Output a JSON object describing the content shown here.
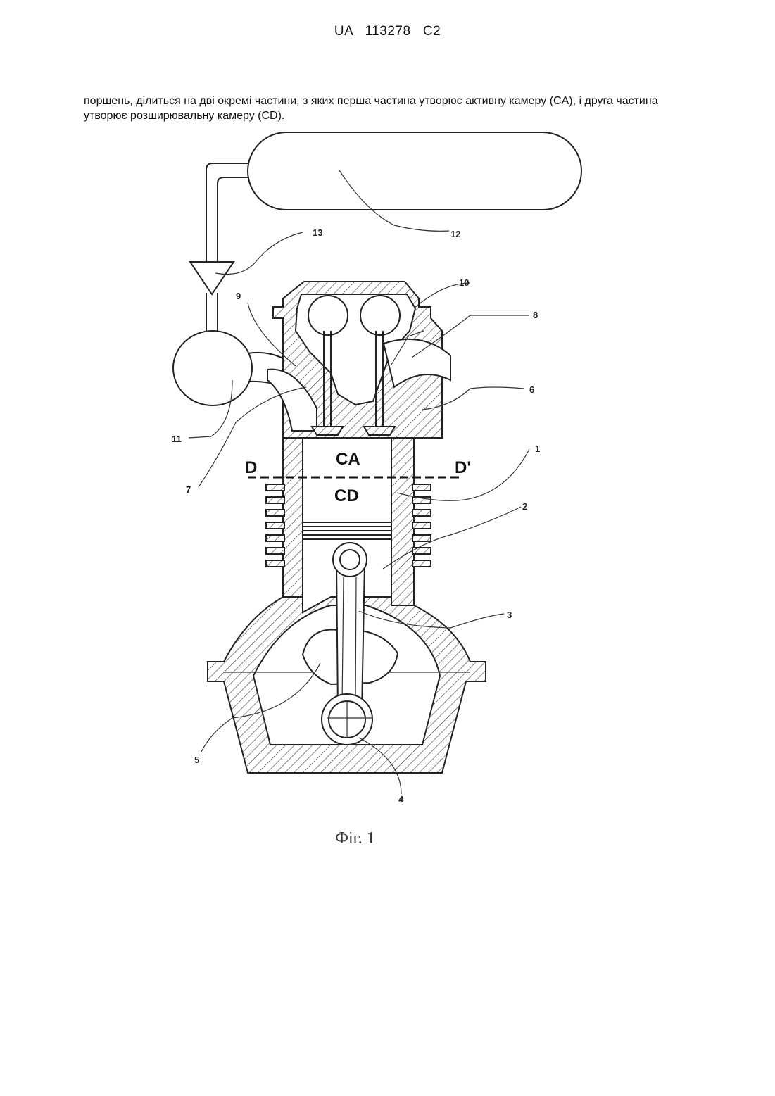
{
  "header": {
    "patent_number": "UA   113278   C2"
  },
  "body": {
    "text": "поршень, ділиться на дві окремі частини, з яких перша частина утворює активну камеру (CA), і друга частина утворює розширювальну камеру (CD)."
  },
  "figure": {
    "caption": "Фіг. 1",
    "chamber_labels": {
      "active": "CA",
      "expansion": "CD",
      "plane_left": "D",
      "plane_right": "D'"
    },
    "ref_numbers": [
      "1",
      "2",
      "3",
      "4",
      "5",
      "6",
      "7",
      "8",
      "9",
      "10",
      "11",
      "12",
      "13"
    ]
  }
}
